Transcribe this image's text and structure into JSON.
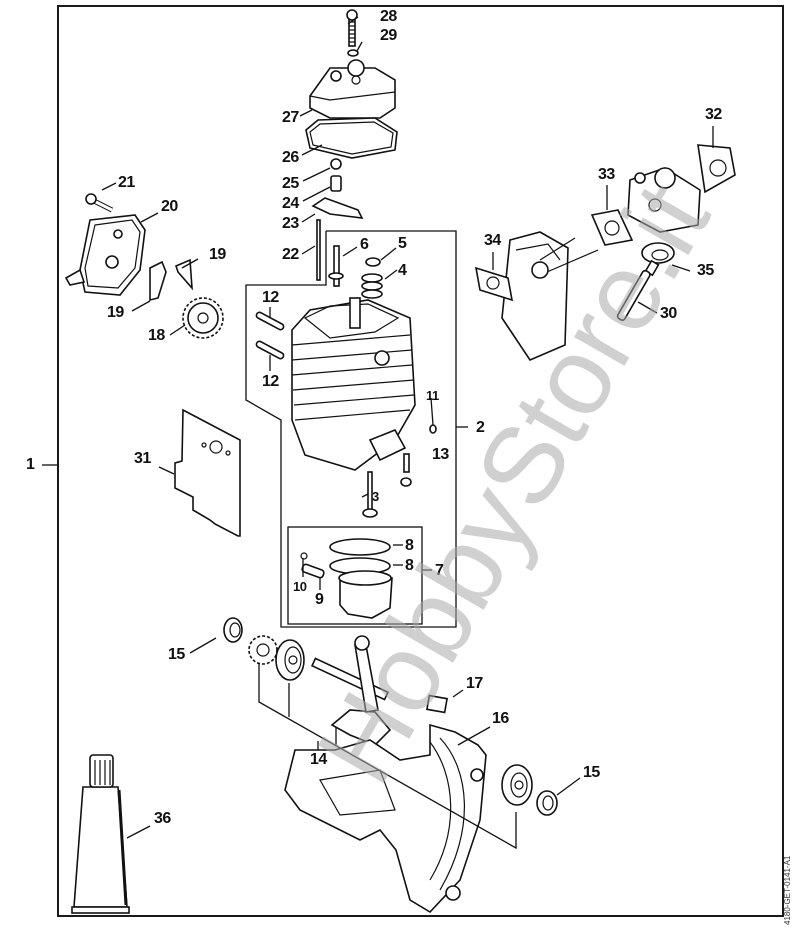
{
  "diagram": {
    "type": "exploded-parts-diagram",
    "subject": "engine cylinder, crankcase and carburetor assembly",
    "document_id": "4180-GET-0141-A1",
    "watermark": "HobbyStore.it",
    "callouts": [
      {
        "id": "1",
        "label": "1"
      },
      {
        "id": "2",
        "label": "2"
      },
      {
        "id": "3",
        "label": "3"
      },
      {
        "id": "4",
        "label": "4"
      },
      {
        "id": "5",
        "label": "5"
      },
      {
        "id": "6",
        "label": "6"
      },
      {
        "id": "7",
        "label": "7"
      },
      {
        "id": "8a",
        "label": "8"
      },
      {
        "id": "8b",
        "label": "8"
      },
      {
        "id": "9",
        "label": "9"
      },
      {
        "id": "10",
        "label": "10"
      },
      {
        "id": "11",
        "label": "11"
      },
      {
        "id": "12a",
        "label": "12"
      },
      {
        "id": "12b",
        "label": "12"
      },
      {
        "id": "13",
        "label": "13"
      },
      {
        "id": "14",
        "label": "14"
      },
      {
        "id": "15a",
        "label": "15"
      },
      {
        "id": "15b",
        "label": "15"
      },
      {
        "id": "16",
        "label": "16"
      },
      {
        "id": "17",
        "label": "17"
      },
      {
        "id": "18",
        "label": "18"
      },
      {
        "id": "19a",
        "label": "19"
      },
      {
        "id": "19b",
        "label": "19"
      },
      {
        "id": "20",
        "label": "20"
      },
      {
        "id": "21",
        "label": "21"
      },
      {
        "id": "22",
        "label": "22"
      },
      {
        "id": "23",
        "label": "23"
      },
      {
        "id": "24",
        "label": "24"
      },
      {
        "id": "25",
        "label": "25"
      },
      {
        "id": "26",
        "label": "26"
      },
      {
        "id": "27",
        "label": "27"
      },
      {
        "id": "28",
        "label": "28"
      },
      {
        "id": "29",
        "label": "29"
      },
      {
        "id": "30",
        "label": "30"
      },
      {
        "id": "31",
        "label": "31"
      },
      {
        "id": "32",
        "label": "32"
      },
      {
        "id": "33",
        "label": "33"
      },
      {
        "id": "34",
        "label": "34"
      },
      {
        "id": "35",
        "label": "35"
      },
      {
        "id": "36",
        "label": "36"
      }
    ],
    "parts": [
      {
        "id": "screw-28",
        "name": "screw"
      },
      {
        "id": "washer-29",
        "name": "washer"
      },
      {
        "id": "valve-cover-27",
        "name": "valve cover"
      },
      {
        "id": "gasket-26",
        "name": "valve cover gasket"
      },
      {
        "id": "nut-25",
        "name": "nut"
      },
      {
        "id": "sleeve-24",
        "name": "sleeve"
      },
      {
        "id": "rocker-23",
        "name": "rocker arm"
      },
      {
        "id": "pushrod-22",
        "name": "pushrod"
      },
      {
        "id": "screw-21",
        "name": "screw"
      },
      {
        "id": "cover-20",
        "name": "cam housing cover"
      },
      {
        "id": "cam-follower-19",
        "name": "cam follower"
      },
      {
        "id": "gear-18",
        "name": "cam gear"
      },
      {
        "id": "pin-12",
        "name": "pin"
      },
      {
        "id": "stud-6",
        "name": "stud"
      },
      {
        "id": "spring-retainer-5",
        "name": "spring retainer"
      },
      {
        "id": "valve-spring-4",
        "name": "valve spring"
      },
      {
        "id": "cylinder-2",
        "name": "cylinder"
      },
      {
        "id": "valve-3",
        "name": "valve"
      },
      {
        "id": "piston-7",
        "name": "piston"
      },
      {
        "id": "piston-ring-8",
        "name": "piston ring"
      },
      {
        "id": "piston-pin-9",
        "name": "piston pin"
      },
      {
        "id": "circlip-10",
        "name": "circlip"
      },
      {
        "id": "plug-11",
        "name": "plug"
      },
      {
        "id": "screw-13",
        "name": "screw"
      },
      {
        "id": "gasket-31",
        "name": "gasket"
      },
      {
        "id": "gasket-32",
        "name": "gasket"
      },
      {
        "id": "gasket-33",
        "name": "gasket"
      },
      {
        "id": "gasket-34",
        "name": "gasket"
      },
      {
        "id": "carburetor",
        "name": "carburetor"
      },
      {
        "id": "manifold",
        "name": "intake manifold"
      },
      {
        "id": "pump-35",
        "name": "fuel pump"
      },
      {
        "id": "hose-30",
        "name": "hose"
      },
      {
        "id": "oil-seal-15",
        "name": "oil seal"
      },
      {
        "id": "bearing",
        "name": "ball bearing"
      },
      {
        "id": "crankshaft-14",
        "name": "crankshaft"
      },
      {
        "id": "crankcase-16",
        "name": "crankcase"
      },
      {
        "id": "insert-17",
        "name": "insert"
      },
      {
        "id": "tube-36",
        "name": "grease tube"
      }
    ]
  }
}
